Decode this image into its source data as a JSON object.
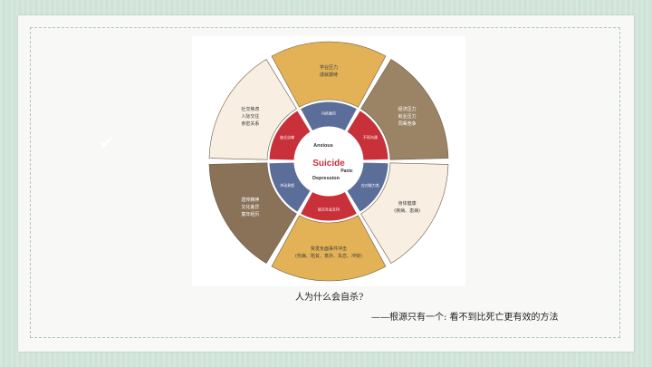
{
  "diagram": {
    "center_title": "Suicide",
    "emotions": [
      "Anxious",
      "Panic",
      "Depression"
    ],
    "inner_segments": [
      {
        "label": "内疚痛苦",
        "color": "#5b6e9a"
      },
      {
        "label": "不再沟通",
        "color": "#c8313a"
      },
      {
        "label": "应对能力差",
        "color": "#5b6e9a"
      },
      {
        "label": "缺乏社会支持",
        "color": "#c8313a"
      },
      {
        "label": "冲动易怒",
        "color": "#5b6e9a"
      },
      {
        "label": "缺乏自尊",
        "color": "#c8313a"
      }
    ],
    "outer_segments": [
      {
        "lines": [
          "学业压力",
          "成就期待"
        ],
        "color": "#e3b257"
      },
      {
        "lines": [
          "经济压力",
          "就业压力",
          "同辈竞争"
        ],
        "color": "#9b8466"
      },
      {
        "lines": [
          "身体健康",
          "(疾病、患病)"
        ],
        "color": "#f8efe2"
      },
      {
        "lines": [
          "突发负面事件冲击",
          "(伤病、陷贫、意外、失恋、冲突)"
        ],
        "color": "#e3b257"
      },
      {
        "lines": [
          "遗传精神",
          "文化差异",
          "童年经历"
        ],
        "color": "#8a7258"
      },
      {
        "lines": [
          "社交焦虑",
          "人际交往",
          "亲密关系"
        ],
        "color": "#f8efe2"
      }
    ]
  },
  "caption": {
    "question": "人为什么会自杀?",
    "answer": "——根源只有一个: 看不到比死亡更有效的方法"
  }
}
